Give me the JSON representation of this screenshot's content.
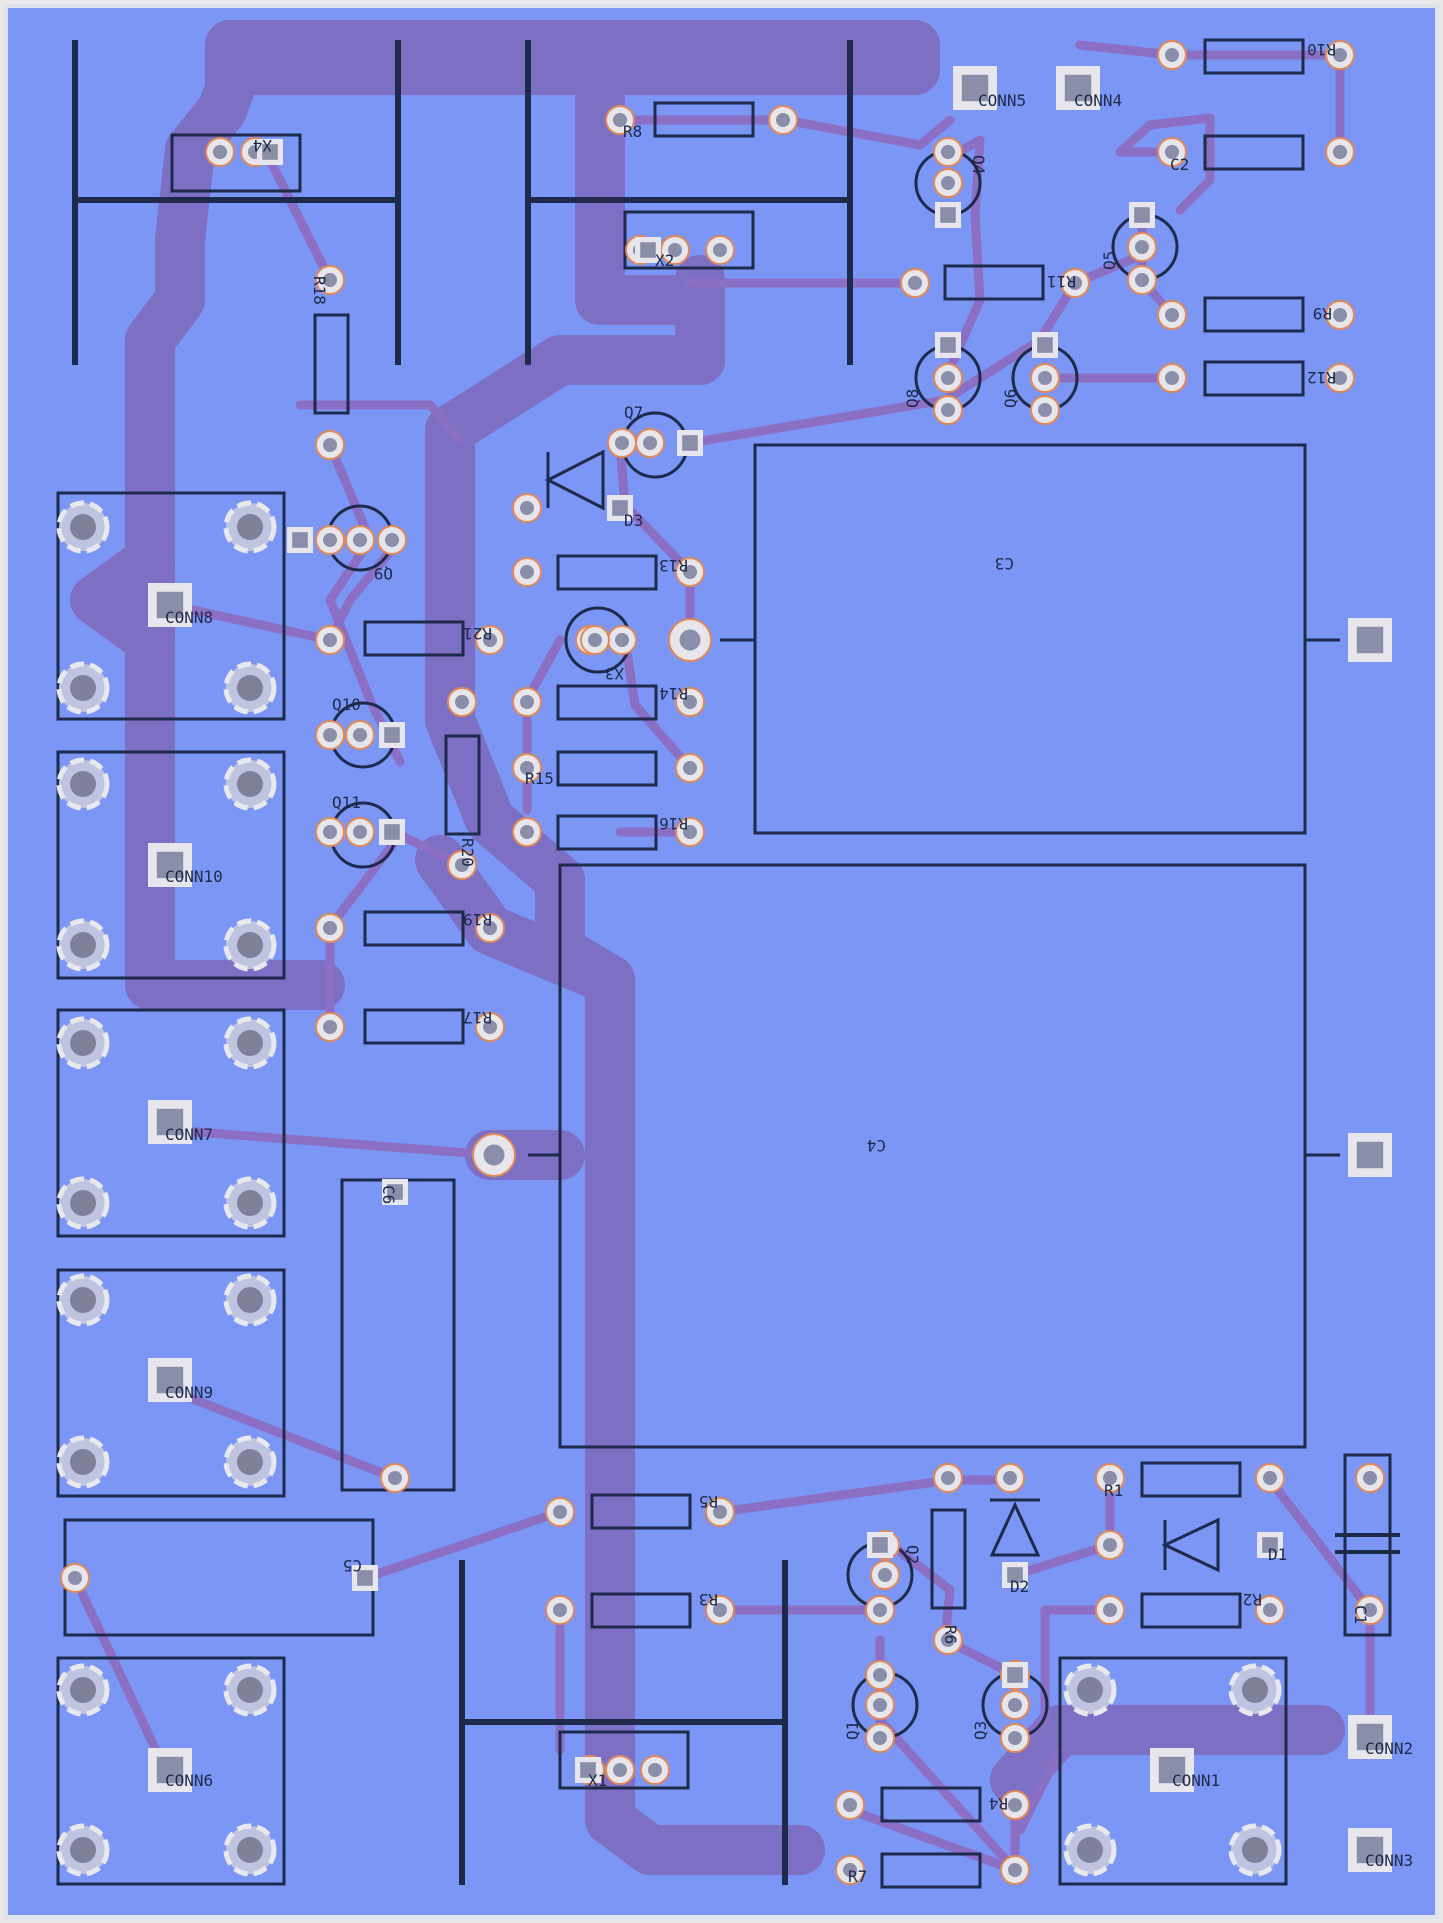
{
  "board": {
    "background": "#7b96f5",
    "border": "#dde2ee",
    "trace_color": "#7d6fc4",
    "pad_ring": "#e6e6ec",
    "pad_hole": "#8b8ea8",
    "silk": "#1e2a4c"
  },
  "labels": {
    "CONN1": "CONN1",
    "CONN2": "CONN2",
    "CONN3": "CONN3",
    "CONN4": "CONN4",
    "CONN5": "CONN5",
    "CONN6": "CONN6",
    "CONN7": "CONN7",
    "CONN8": "CONN8",
    "CONN9": "CONN9",
    "CONN10": "CONN10",
    "R1": "R1",
    "R2": "R2",
    "R3": "R3",
    "R4": "R4",
    "R5": "R5",
    "R6": "R6",
    "R7": "R7",
    "R8": "R8",
    "R9": "R9",
    "R10": "R10",
    "R11": "R11",
    "R12": "R12",
    "R13": "R13",
    "R14": "R14",
    "R15": "R15",
    "R16": "R16",
    "R17": "R17",
    "R18": "R18",
    "R19": "R19",
    "R20": "R20",
    "R21": "R21",
    "Q1": "Q1",
    "Q2": "Q2",
    "Q3": "Q3",
    "Q4": "Q4",
    "Q5": "Q5",
    "Q6": "Q6",
    "Q7": "Q7",
    "Q8": "Q8",
    "Q9": "Q9",
    "Q10": "Q10",
    "Q11": "Q11",
    "C1": "C1",
    "C2": "C2",
    "C3": "C3",
    "C4": "C4",
    "C5": "C5",
    "C6": "C6",
    "D1": "D1",
    "D2": "D2",
    "D3": "D3",
    "X1": "X1",
    "X2": "X2",
    "X3": "X3",
    "X4": "X4"
  }
}
